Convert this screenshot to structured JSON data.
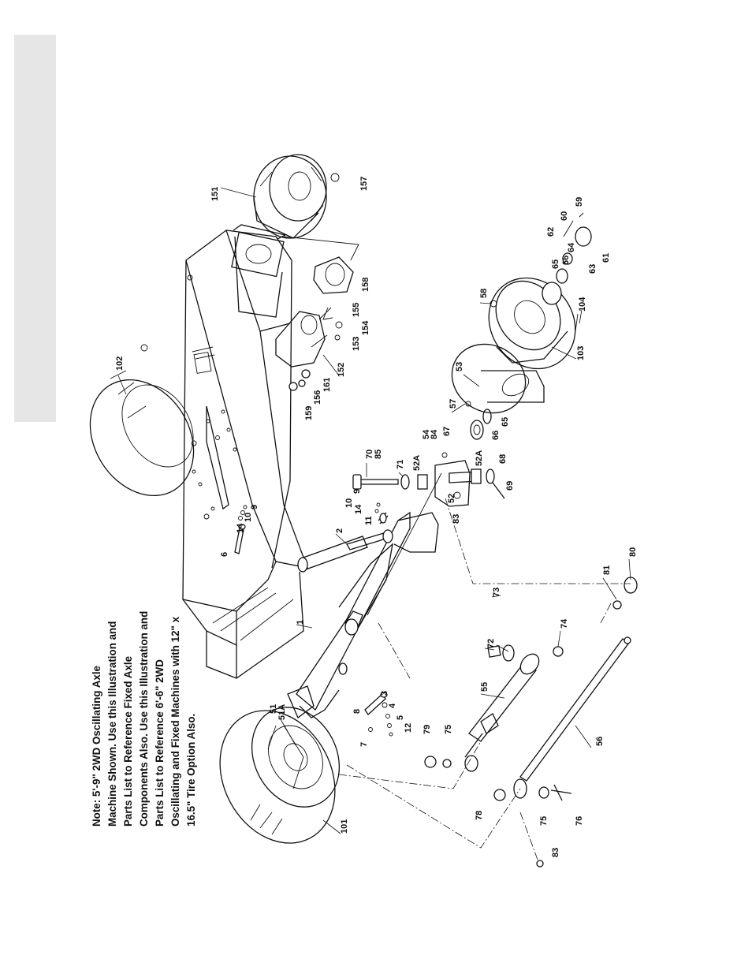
{
  "note_lines": [
    "Note:  5'-9\"  2WD  Oscillating  Axle",
    "Machine Shown. Use this Illustration and",
    "Parts  List  to  Reference  Fixed  Axle",
    "Components Also. Use this Illustration and",
    "Parts  List  to  Reference  6'-6\"  2WD",
    "Oscillating and Fixed Machines with 12\" x",
    "16.5\" Tire Option Also."
  ],
  "callouts": {
    "c1": "1",
    "c2": "2",
    "c3": "3",
    "c4": "4",
    "c5": "5",
    "c6": "6",
    "c7": "7",
    "c8": "8",
    "c9a": "9",
    "c9b": "9",
    "c10a": "10",
    "c10b": "10",
    "c11": "11",
    "c12": "12",
    "c14a": "14",
    "c14b": "14",
    "c51": "51",
    "c51a": "51A",
    "c52": "52",
    "c52a_top": "52A",
    "c52a_bot": "52A",
    "c53": "53",
    "c54": "54",
    "c55": "55",
    "c56": "56",
    "c57": "57",
    "c58": "58",
    "c59": "59",
    "c60": "60",
    "c61": "61",
    "c62": "62",
    "c63": "63",
    "c64": "64",
    "c65a": "65",
    "c65b": "65",
    "c66a": "66",
    "c66b": "66",
    "c67": "67",
    "c68": "68",
    "c69": "69",
    "c70": "70",
    "c71": "71",
    "c72": "72",
    "c73": "73",
    "c74": "74",
    "c75a": "75",
    "c75b": "75",
    "c76": "76",
    "c78": "78",
    "c79": "79",
    "c80": "80",
    "c81": "81",
    "c83a": "83",
    "c83b": "83",
    "c84": "84",
    "c85": "85",
    "c101": "101",
    "c102": "102",
    "c103": "103",
    "c104": "104",
    "c151": "151",
    "c152": "152",
    "c153": "153",
    "c154": "154",
    "c155": "155",
    "c156": "156",
    "c157": "157",
    "c158": "158",
    "c159": "159",
    "c161": "161"
  }
}
